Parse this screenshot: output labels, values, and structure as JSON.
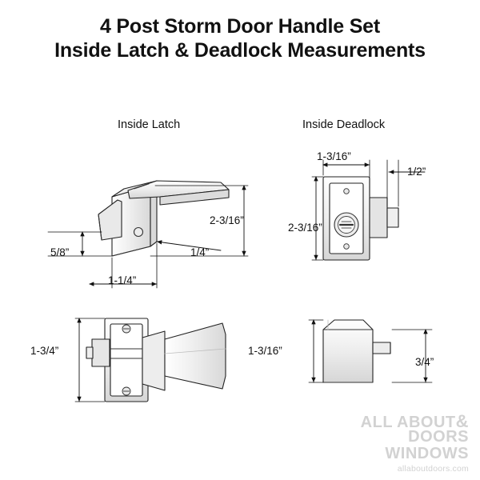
{
  "title": {
    "line1": "4 Post Storm Door Handle Set",
    "line2": "Inside Latch & Deadlock Measurements"
  },
  "sections": [
    {
      "label": "Inside Latch"
    },
    {
      "label": "Inside Deadlock"
    }
  ],
  "dimensions": {
    "latch_front": {
      "height": "2-3/16”",
      "lever_drop": "5/8”",
      "plate_offset": "1/4”",
      "width": "1-1/4”"
    },
    "deadlock_front": {
      "width": "1-3/16”",
      "bolt_projection": "1/2”",
      "height": "2-3/16”"
    },
    "latch_top": {
      "depth": "1-3/4”"
    },
    "deadlock_top": {
      "depth": "1-3/16”",
      "width": "3/4”"
    }
  },
  "watermark": {
    "line1": "ALL ABOUT",
    "amp": "&",
    "line2": "DOORS",
    "line3": "WINDOWS",
    "url": "allaboutdoors.com"
  },
  "colors": {
    "ink": "#111111",
    "line": "#2a2a2a",
    "fill_light": "#f2f2f2",
    "fill_mid": "#e2e2e2",
    "fill_dark": "#cfcfcf",
    "watermark": "#d2d2d2"
  }
}
